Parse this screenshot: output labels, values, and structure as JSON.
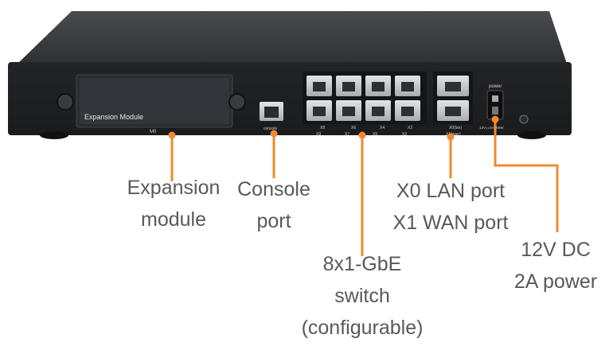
{
  "device": {
    "panel_labels": {
      "expansion_module": "Expansion Module",
      "slot_id": "M0",
      "console": "console",
      "power": "power",
      "port_x8": "X8",
      "port_x6": "X6",
      "port_x4": "X4",
      "port_x2": "X2",
      "port_x9": "X9",
      "port_x7": "X7",
      "port_x5": "X5",
      "port_x3": "X3",
      "port_x0": "X0(lan)",
      "port_x1": "X1(wan)",
      "power_rating": "12V==5A, 60W"
    },
    "colors": {
      "chassis": "#2b2c2e",
      "front_panel": "#1f2022",
      "port_metal": "#c9ccce",
      "leader_line": "#f08a2c",
      "callout_text": "#595959"
    }
  },
  "callouts": {
    "expansion": {
      "line1": "Expansion",
      "line2": "module"
    },
    "console": {
      "line1": "Console",
      "line2": "port"
    },
    "switch": {
      "line1": "8x1-GbE",
      "line2": "switch",
      "line3": "(configurable)"
    },
    "lanwan": {
      "line1": "X0 LAN port",
      "line2": "X1 WAN port"
    },
    "power": {
      "line1": "12V DC",
      "line2": "2A power"
    }
  }
}
